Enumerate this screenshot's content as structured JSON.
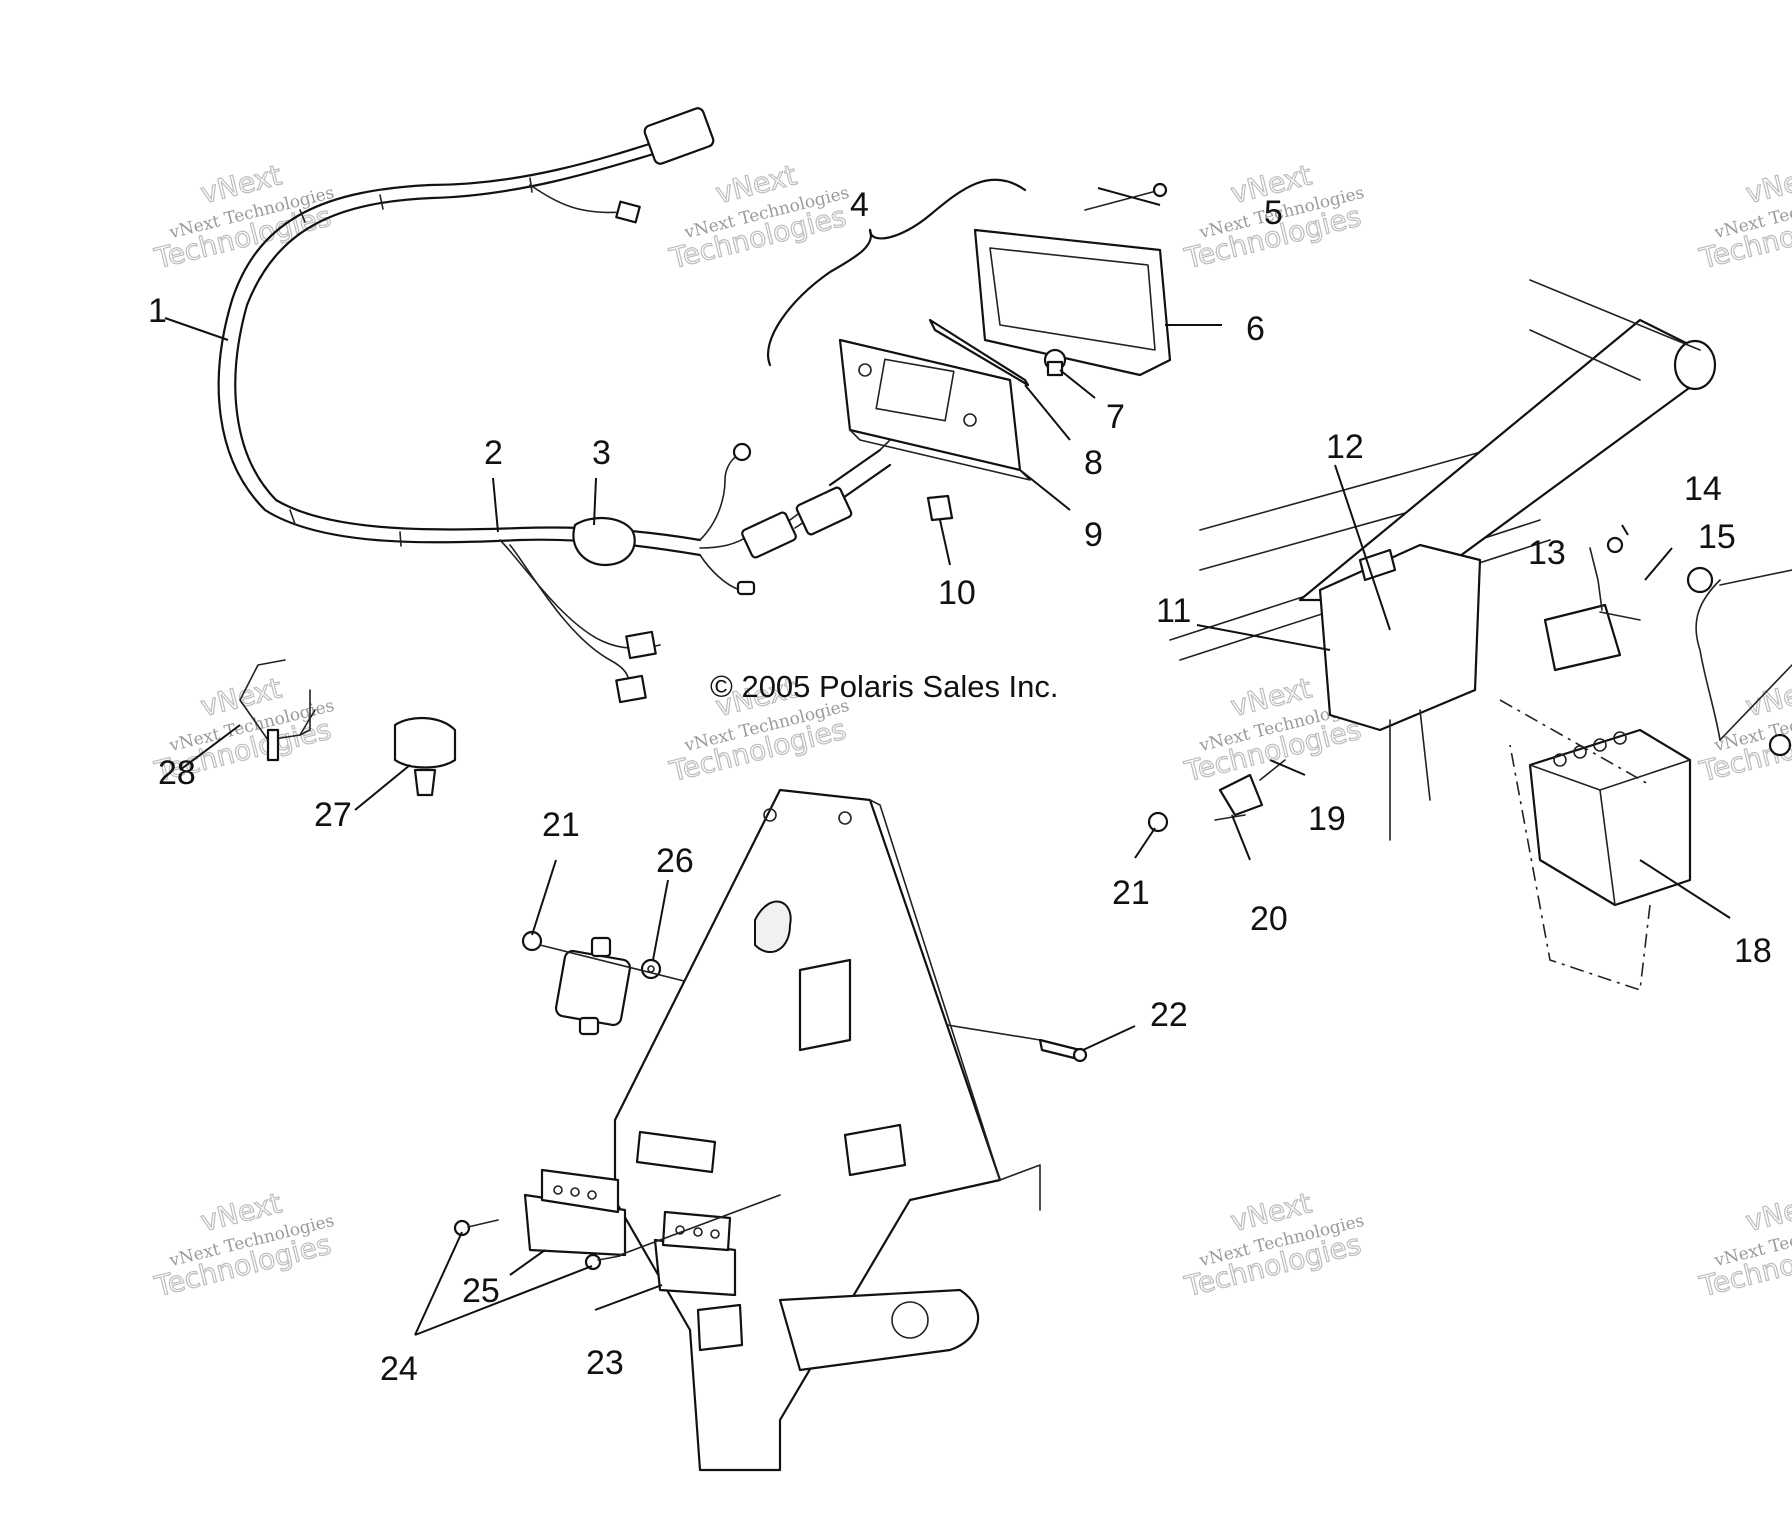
{
  "copyright": "© 2005 Polaris Sales Inc.",
  "watermark": {
    "line1": "vNext",
    "line2": "vNext Technologies",
    "line3": "Technologies"
  },
  "callouts": [
    "1",
    "2",
    "3",
    "4",
    "5",
    "6",
    "7",
    "8",
    "9",
    "10",
    "11",
    "12",
    "13",
    "14",
    "15",
    "18",
    "19",
    "20",
    "21",
    "21",
    "22",
    "23",
    "24",
    "25",
    "26",
    "27",
    "28"
  ]
}
